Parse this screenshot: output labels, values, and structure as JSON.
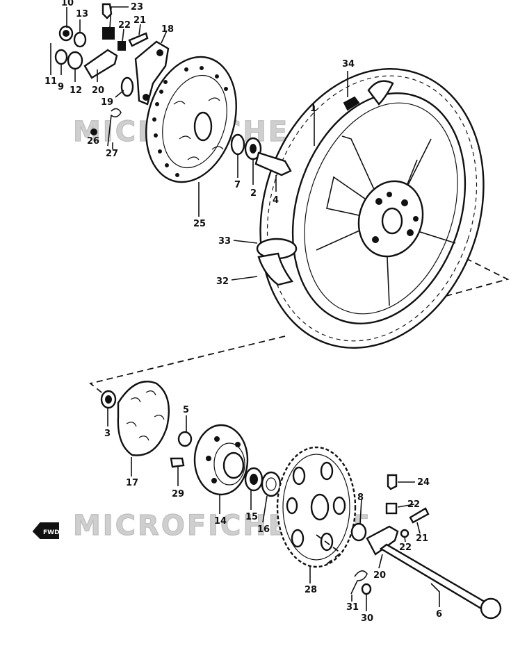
{
  "diagram": {
    "watermark_text": "MICROFICHE.NET",
    "front_label": "FWD",
    "callouts": {
      "c1": "1",
      "c2": "2",
      "c3": "3",
      "c4": "4",
      "c5": "5",
      "c6": "6",
      "c7": "7",
      "c8": "8",
      "c9": "9",
      "c10": "10",
      "c11": "11",
      "c12": "12",
      "c13": "13",
      "c14": "14",
      "c15": "15",
      "c16": "16",
      "c17": "17",
      "c18": "18",
      "c19": "19",
      "c20": "20",
      "c21": "21",
      "c22": "22",
      "c23": "23",
      "c24": "24",
      "c25": "25",
      "c26": "26",
      "c27": "27",
      "c28": "28",
      "c29": "29",
      "c30": "30",
      "c31": "31",
      "c32": "32",
      "c33": "33",
      "c34": "34"
    }
  }
}
